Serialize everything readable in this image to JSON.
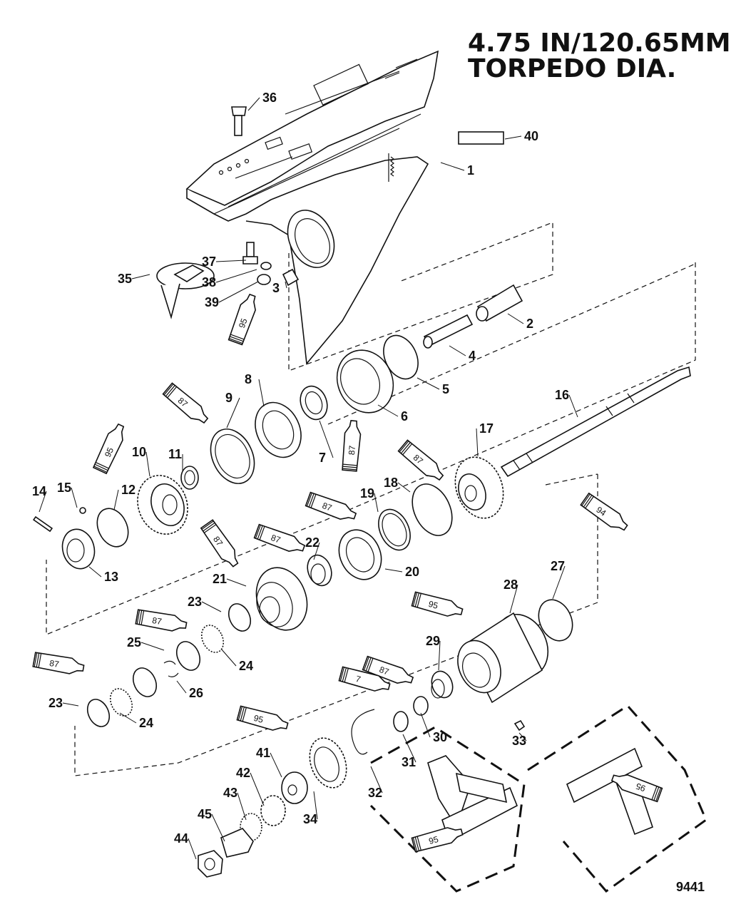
{
  "title": {
    "line1": "4.75 IN/120.65MM",
    "line2": "TORPEDO DIA."
  },
  "figure_id": "9441",
  "callouts": [
    "1",
    "2",
    "3",
    "4",
    "5",
    "6",
    "7",
    "8",
    "9",
    "10",
    "11",
    "12",
    "13",
    "14",
    "15",
    "16",
    "17",
    "18",
    "19",
    "20",
    "21",
    "22",
    "23",
    "24",
    "25",
    "26",
    "27",
    "28",
    "29",
    "30",
    "31",
    "32",
    "33",
    "34",
    "35",
    "36",
    "37",
    "38",
    "39",
    "40",
    "41",
    "42",
    "43",
    "44",
    "45",
    "23",
    "24"
  ],
  "sealant_tubes": [
    "95",
    "87",
    "87",
    "95",
    "87",
    "87",
    "87",
    "87",
    "94",
    "87",
    "87",
    "95",
    "87",
    "7",
    "95",
    "95",
    "95"
  ]
}
